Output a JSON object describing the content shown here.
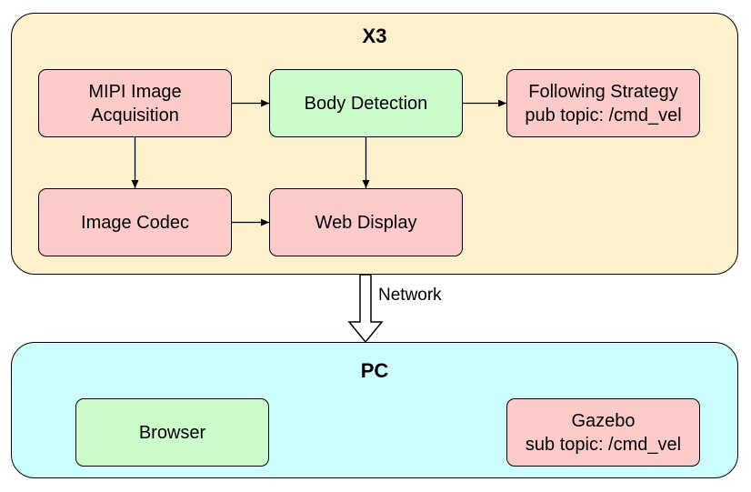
{
  "groups": {
    "x3": {
      "title": "X3",
      "color": "#fdf0cc"
    },
    "pc": {
      "title": "PC",
      "color": "#cdfeff"
    }
  },
  "nodes": {
    "mipi": {
      "lines": [
        "MIPI Image",
        "Acquisition"
      ],
      "color": "#fecbcb"
    },
    "body_detection": {
      "lines": [
        "Body Detection"
      ],
      "color": "#ccfccc"
    },
    "following": {
      "lines": [
        "Following Strategy",
        "pub topic: /cmd_vel"
      ],
      "color": "#fecbcb"
    },
    "codec": {
      "lines": [
        "Image Codec"
      ],
      "color": "#fecbcb"
    },
    "web_display": {
      "lines": [
        "Web Display"
      ],
      "color": "#fecbcb"
    },
    "browser": {
      "lines": [
        "Browser"
      ],
      "color": "#ccfccc"
    },
    "gazebo": {
      "lines": [
        "Gazebo",
        "sub topic: /cmd_vel"
      ],
      "color": "#fecbcb"
    }
  },
  "edges": [
    {
      "from": "mipi",
      "to": "body_detection"
    },
    {
      "from": "body_detection",
      "to": "following"
    },
    {
      "from": "mipi",
      "to": "codec"
    },
    {
      "from": "body_detection",
      "to": "web_display"
    },
    {
      "from": "codec",
      "to": "web_display"
    }
  ],
  "network": {
    "label": "Network"
  }
}
